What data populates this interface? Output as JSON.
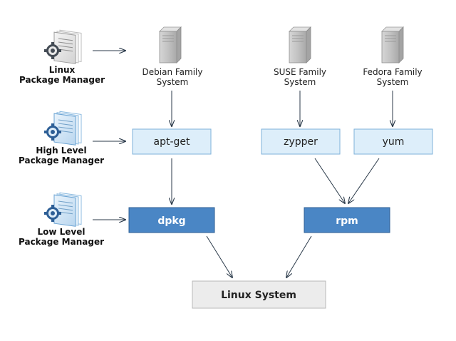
{
  "left_column": {
    "linux_pm": [
      "Linux",
      "Package Manager"
    ],
    "high_level_pm": [
      "High Level",
      "Package Manager"
    ],
    "low_level_pm": [
      "Low Level",
      "Package Manager"
    ]
  },
  "systems": {
    "debian": [
      "Debian Family",
      "System"
    ],
    "suse": [
      "SUSE Family",
      "System"
    ],
    "fedora": [
      "Fedora Family",
      "System"
    ]
  },
  "high_level_tools": {
    "apt_get": "apt-get",
    "zypper": "zypper",
    "yum": "yum"
  },
  "low_level_tools": {
    "dpkg": "dpkg",
    "rpm": "rpm"
  },
  "target": {
    "linux_system": "Linux System"
  },
  "colors": {
    "light_box_fill": "#ddeefa",
    "light_box_stroke": "#7fb2d9",
    "dark_box_fill": "#4a86c5",
    "dark_box_stroke": "#2d5f95",
    "gray_box_fill": "#ececec",
    "gray_box_stroke": "#b8b8b8",
    "arrow": "#2b3a4a",
    "server": "#b9b9b9"
  }
}
